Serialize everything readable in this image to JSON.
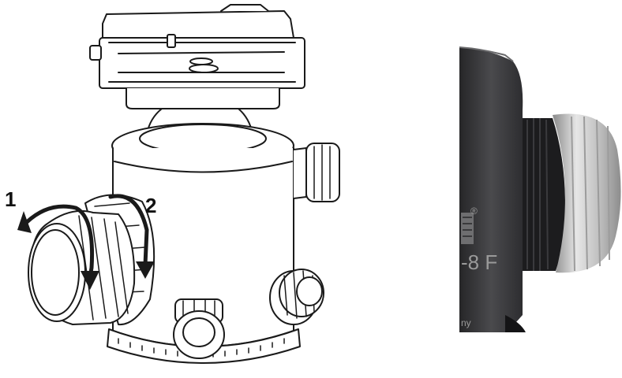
{
  "labels": {
    "step1": "1",
    "step2": "2"
  },
  "photo": {
    "mark_1": "®",
    "mark_2": "-8 F",
    "mark_3": "ny"
  },
  "colors": {
    "line": "#1a1a1a",
    "photo_body": "#3a3a3c",
    "knob_dark": "#1c1c1e",
    "knob_silver": "#c9c9c9"
  },
  "icons": {
    "arrow_1": "curved-arrow-icon",
    "arrow_2": "curved-arrow-icon"
  }
}
